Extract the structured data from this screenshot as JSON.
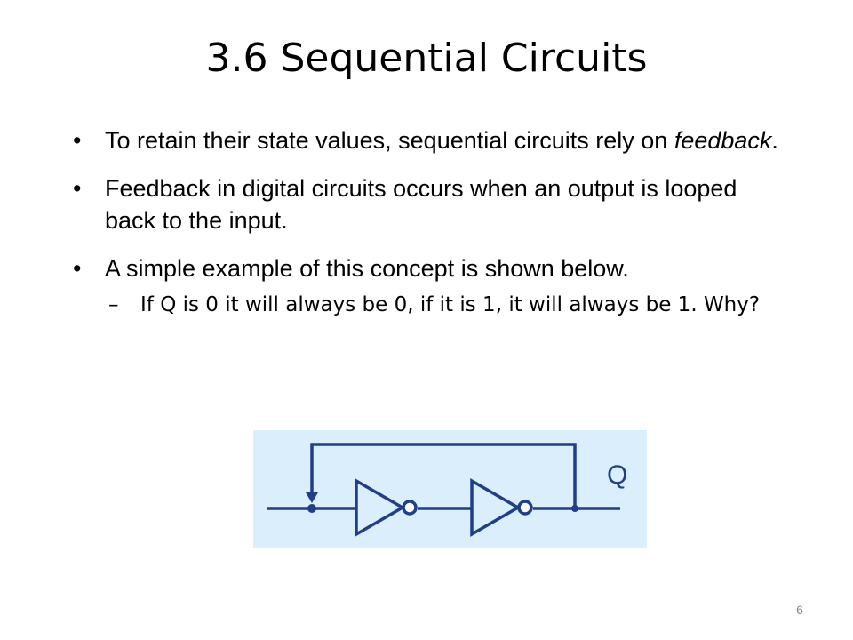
{
  "slide": {
    "title": "3.6 Sequential Circuits",
    "bullet_symbol": "•",
    "bullets": [
      {
        "parts": [
          "To retain their state values, sequential circuits rely on ",
          "feedback",
          "."
        ]
      },
      {
        "text": "Feedback in digital circuits occurs when an output is looped back to the input."
      },
      {
        "text": "A simple example of this concept is shown below."
      }
    ],
    "sub_bullet": {
      "symbol": "–",
      "text": "If Q is 0 it will always be 0, if it is 1, it will always be 1. Why?"
    },
    "page_number": "6"
  },
  "diagram": {
    "output_label": "Q",
    "background_color": "#dbeefb",
    "line_color": "#1f3f8a"
  }
}
